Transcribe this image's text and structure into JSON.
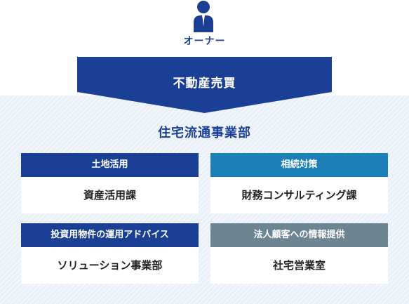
{
  "owner": {
    "label": "オーナー",
    "icon": "person-icon"
  },
  "flow": {
    "label": "不動産売買"
  },
  "department": {
    "title": "住宅流通事業部"
  },
  "colors": {
    "navy": "#1b3f94",
    "blue": "#1d7fb8",
    "slate": "#6d8593",
    "background": "#e9f0f7"
  },
  "cards": [
    {
      "header": "土地活用",
      "body": "資産活用課",
      "color": "#1b3f94"
    },
    {
      "header": "相続対策",
      "body": "財務コンサルティング課",
      "color": "#1d7fb8"
    },
    {
      "header": "投資用物件の運用アドバイス",
      "body": "ソリューション事業部",
      "color": "#1b3f94"
    },
    {
      "header": "法人顧客への情報提供",
      "body": "社宅営業室",
      "color": "#6d8593"
    }
  ]
}
